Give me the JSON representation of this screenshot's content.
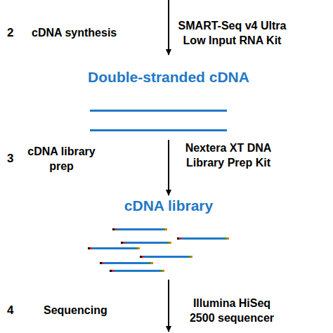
{
  "diagram": {
    "nodes": [
      {
        "text": [
          "Double-stranded cDNA"
        ]
      },
      {
        "text": [
          "cDNA library"
        ]
      }
    ],
    "edges": [
      {
        "from": 0,
        "to": 1,
        "arrow": "to"
      }
    ],
    "labels": [
      "2",
      "cDNA synthesis",
      "SMART-Seq v4 Ultra Low Input RNA Kit",
      "3",
      "cDNA library prep",
      "Nextera XT DNA Library Prep Kit",
      "4",
      "Sequencing",
      "Illumina HiSeq 2500 sequencer"
    ]
  }
}
